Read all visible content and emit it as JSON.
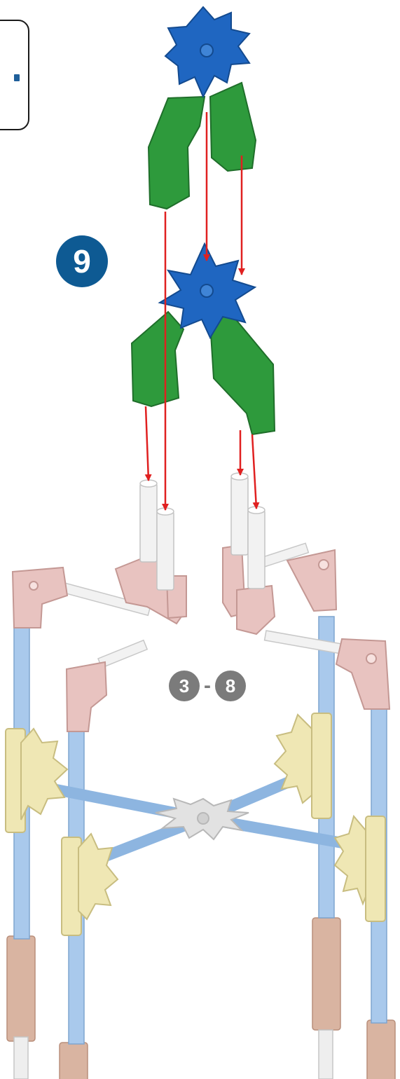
{
  "step": {
    "number": "9"
  },
  "previous_steps": {
    "from": "3",
    "separator": "-",
    "to": "8"
  },
  "colors": {
    "step_badge": "#0e5a93",
    "range_badge": "#7b7b7b",
    "arrow": "#e02020",
    "part_blue_connector": "#1f66c1",
    "part_green_connector": "#2e9a3c",
    "part_pink_connector": "#e8c3c0",
    "part_yellow_connector": "#efe7b4",
    "part_gray_connector": "#e2e2e2",
    "rod_blue": "#a9c9ec",
    "rod_white": "#f0f0f0",
    "rod_tan": "#d9b4a1"
  },
  "icons": [
    "parts-box-mark"
  ]
}
